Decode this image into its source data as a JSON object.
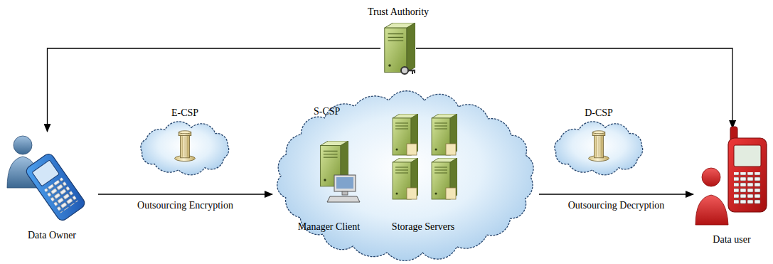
{
  "diagram": {
    "nodes": [
      {
        "text": [
          "Trust Authority"
        ]
      },
      {
        "text": [
          "Data Owner"
        ]
      },
      {
        "text": [
          "E-CSP"
        ]
      },
      {
        "text": [
          "S-CSP"
        ]
      },
      {
        "text": [
          "Manager Client"
        ],
        "in": 3
      },
      {
        "text": [
          "Storage Servers"
        ],
        "in": 3
      },
      {
        "text": [
          "D-CSP"
        ]
      },
      {
        "text": [
          "Data user"
        ]
      }
    ],
    "edges": [
      {
        "from": 0,
        "to": 1,
        "arrow": "to"
      },
      {
        "from": 0,
        "to": 7,
        "arrow": "to"
      },
      {
        "from": 1,
        "to": 3,
        "label": "Outsourcing Encryption",
        "arrow": "to"
      },
      {
        "from": 3,
        "to": 7,
        "label": "Outsourcing Decryption",
        "arrow": "to"
      }
    ]
  }
}
